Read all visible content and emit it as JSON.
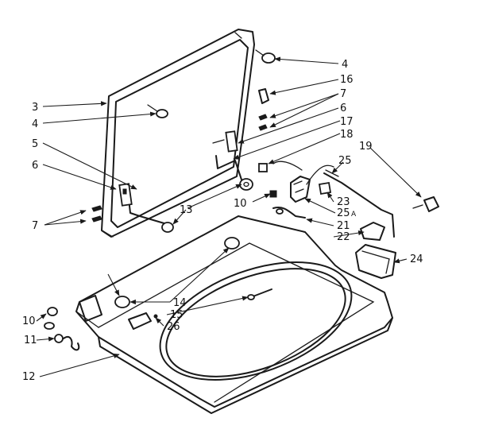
{
  "callouts": {
    "c3": "3",
    "c4a": "4",
    "c4b": "4",
    "c5": "5",
    "c6a": "6",
    "c6b": "6",
    "c7a": "7",
    "c7b": "7",
    "c10a": "10",
    "c10b": "10",
    "c11": "11",
    "c12": "12",
    "c13": "13",
    "c14": "14",
    "c15": "15",
    "c16": "16",
    "c17": "17",
    "c18": "18",
    "c19": "19",
    "c21": "21",
    "c22": "22",
    "c23": "23",
    "c24": "24",
    "c25": "25",
    "c25a": "25",
    "c25a_suffix": "A",
    "c26": "26"
  }
}
